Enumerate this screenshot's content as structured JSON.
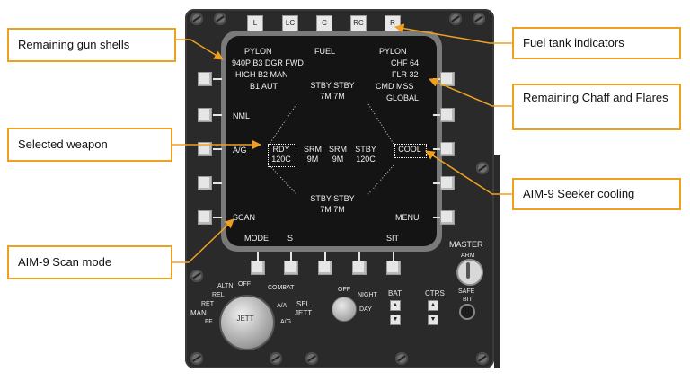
{
  "callouts": {
    "gun_shells": "Remaining gun shells",
    "selected_weapon": "Selected weapon",
    "scan_mode": "AIM-9 Scan mode",
    "fuel_tanks": "Fuel tank indicators",
    "chaff_flares": "Remaining Chaff and Flares",
    "seeker_cooling": "AIM-9 Seeker cooling"
  },
  "top_buttons": [
    "L",
    "LC",
    "C",
    "RC",
    "R"
  ],
  "screen": {
    "pylon_left": "PYLON",
    "fuel": "FUEL",
    "pylon_right": "PYLON",
    "gun_line1": "940P B3 DGR FWD",
    "gun_line2": "HIGH B2 MAN",
    "gun_line3": "B1 AUT",
    "chf": "CHF 64",
    "flr": "FLR 32",
    "cmd": "CMD MSS",
    "global": "GLOBAL",
    "stby_top1": "STBY STBY",
    "stby_top2": "7M 7M",
    "nml": "NML",
    "ag": "A/G",
    "rdy": "RDY",
    "rdy_sub": "120C",
    "srm1": "SRM",
    "srm1_sub": "9M",
    "srm2": "SRM",
    "srm2_sub": "9M",
    "stby_mid": "STBY",
    "stby_mid_sub": "120C",
    "cool": "COOL",
    "stby_bot1": "STBY STBY",
    "stby_bot2": "7M 7M",
    "scan": "SCAN",
    "menu": "MENU",
    "mode": "MODE",
    "s": "S",
    "sit": "SIT"
  },
  "panel": {
    "master": "MASTER",
    "arm": "ARM",
    "safe": "SAFE",
    "bit": "BIT",
    "bat": "BAT",
    "ctrs": "CTRS",
    "off": "OFF",
    "night": "NIGHT",
    "day": "DAY",
    "altn": "ALTN",
    "off2": "OFF",
    "rel": "REL",
    "combat": "COMBAT",
    "ret": "RET",
    "man": "MAN",
    "sel": "SEL",
    "jett_label": "JETT",
    "aa": "A/A",
    "ff": "FF",
    "ag": "A/G",
    "jett_knob": "JETT"
  }
}
